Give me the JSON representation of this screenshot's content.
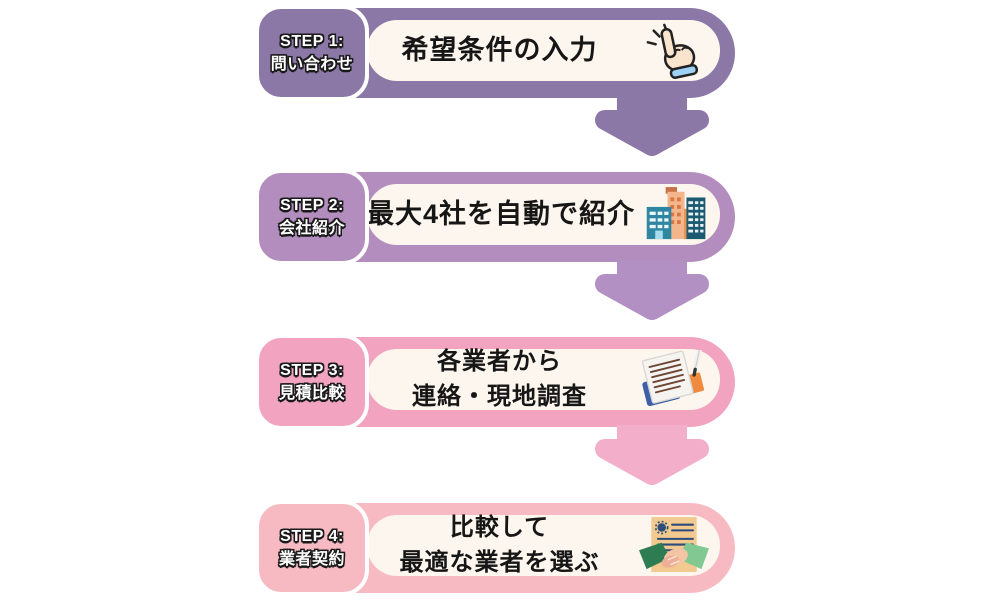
{
  "page": {
    "background": "#FFFFFF"
  },
  "colors": {
    "inner_bg": "#FDF6EE",
    "main_text": "#161616",
    "label_text": "#FFFFFF",
    "label_outline": "#1A1A1A",
    "label_border": "#FFFFFF"
  },
  "steps": [
    {
      "label_line1": "STEP 1:",
      "label_line2": "問い合わせ",
      "text_line1": "希望条件の入力",
      "icon": "click-hand-icon",
      "color": "#8B78A7",
      "arrow_color": "#8B78A7"
    },
    {
      "label_line1": "STEP 2:",
      "label_line2": "会社紹介",
      "text_line1": "最大4社を自動で紹介",
      "icon": "buildings-icon",
      "color": "#B28DBD",
      "arrow_color": "#B290C3"
    },
    {
      "label_line1": "STEP 3:",
      "label_line2": "見積比較",
      "text_line1": "各業者から",
      "text_line2": "連絡・現地調査",
      "icon": "documents-icon",
      "color": "#F1A3BF",
      "arrow_color": "#F3AFC9"
    },
    {
      "label_line1": "STEP 4:",
      "label_line2": "業者契約",
      "text_line1": "比較して",
      "text_line2": "最適な業者を選ぶ",
      "icon": "handshake-contract-icon",
      "color": "#F8BAC2",
      "arrow_color": ""
    }
  ]
}
